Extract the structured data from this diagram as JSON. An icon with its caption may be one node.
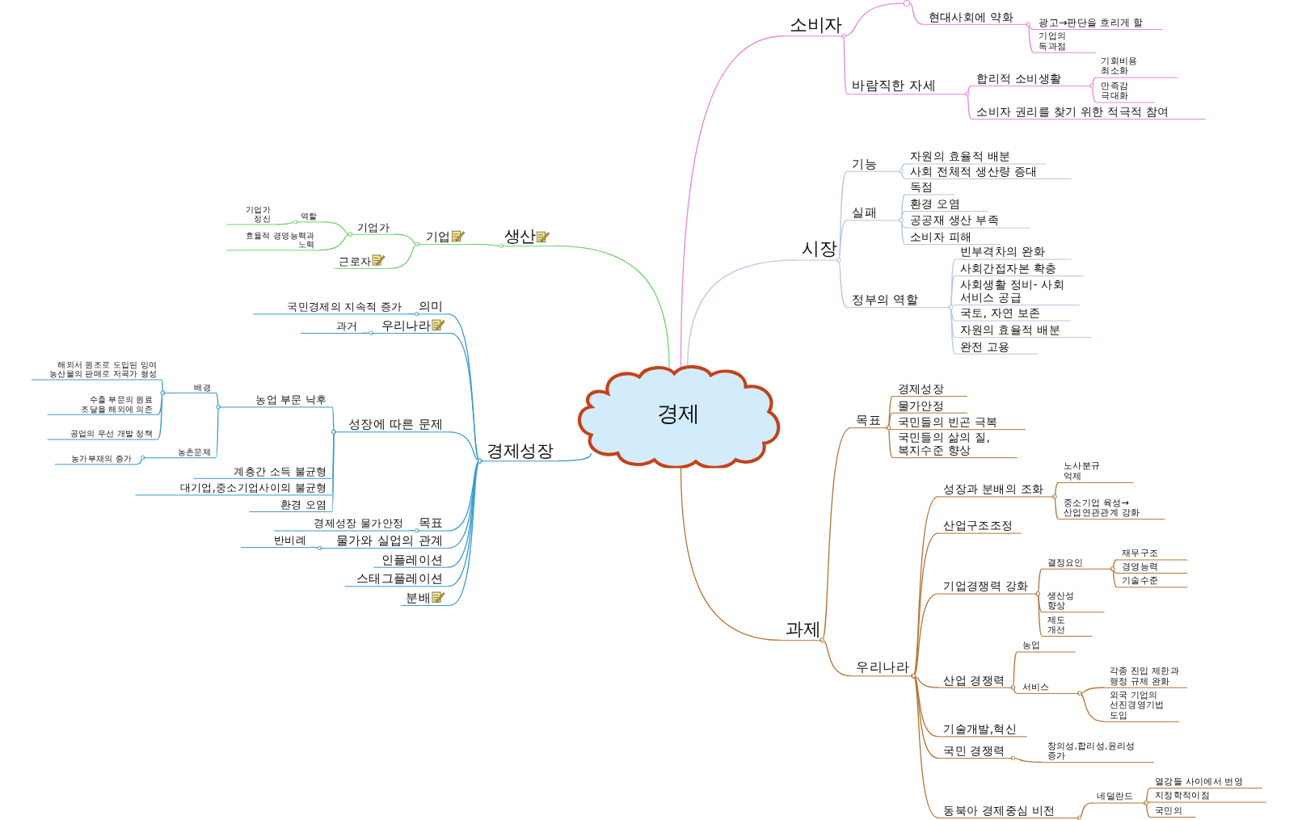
{
  "diagram": {
    "nodes": [
      {
        "text": [
          "경제"
        ]
      },
      {
        "text": [
          "소비자"
        ]
      },
      {
        "text": [],
        "shape": "circle"
      },
      {
        "text": [
          "현대사회에 약화"
        ]
      },
      {
        "text": [
          "광고→판단을 흐리게 할"
        ]
      },
      {
        "text": [
          "기업의 독과점"
        ]
      },
      {
        "text": [
          "바람직한 자세"
        ]
      },
      {
        "text": [
          "합리적 소비생활"
        ]
      },
      {
        "text": [
          "기회비용 최소화"
        ]
      },
      {
        "text": [
          "만족감 극대화"
        ]
      },
      {
        "text": [
          "소비자 권리를 찾기 위한 적극적 참여"
        ]
      },
      {
        "text": [
          "시장"
        ]
      },
      {
        "text": [
          "기능"
        ]
      },
      {
        "text": [
          "자원의 효율적 배분"
        ]
      },
      {
        "text": [
          "사회 전체적 생산량 증대"
        ]
      },
      {
        "text": [
          "실패"
        ]
      },
      {
        "text": [
          "독점"
        ]
      },
      {
        "text": [
          "환경 오염"
        ]
      },
      {
        "text": [
          "공공재 생산 부족"
        ]
      },
      {
        "text": [
          "소비자 피해"
        ]
      },
      {
        "text": [
          "정부의 역할"
        ]
      },
      {
        "text": [
          "빈부격차의 완화"
        ]
      },
      {
        "text": [
          "사회간접자본 확충"
        ]
      },
      {
        "text": [
          "사회생활 정비- 사회 서비스 공급"
        ]
      },
      {
        "text": [
          "국토, 자연 보존"
        ]
      },
      {
        "text": [
          "자원의 효율적 배분"
        ]
      },
      {
        "text": [
          "완전 고용"
        ]
      },
      {
        "text": [
          "과제"
        ]
      },
      {
        "text": [
          "목표"
        ]
      },
      {
        "text": [
          "경제성장"
        ]
      },
      {
        "text": [
          "물가안정"
        ]
      },
      {
        "text": [
          "국민들의 빈곤 극복"
        ]
      },
      {
        "text": [
          "국민들의 삶의 질, 복지수준 향상"
        ]
      },
      {
        "text": [
          "우리나라"
        ]
      },
      {
        "text": [
          "성장과 분배의 조화"
        ]
      },
      {
        "text": [
          "노사분규 억제"
        ]
      },
      {
        "text": [
          "중소기업 육성→ 산업연관관계 강화"
        ]
      },
      {
        "text": [
          "산업구조조정"
        ]
      },
      {
        "text": [
          "기업경쟁력 강화"
        ]
      },
      {
        "text": [
          "결정요인"
        ]
      },
      {
        "text": [
          "재무구조"
        ]
      },
      {
        "text": [
          "경영능력"
        ]
      },
      {
        "text": [
          "기술수준"
        ]
      },
      {
        "text": [
          "생산성 향상"
        ]
      },
      {
        "text": [
          "제도 개선"
        ]
      },
      {
        "text": [
          "산업 경쟁력"
        ]
      },
      {
        "text": [
          "농업"
        ]
      },
      {
        "text": [
          "서비스"
        ]
      },
      {
        "text": [
          "각종 진입 제한과 행정 규제 완화"
        ]
      },
      {
        "text": [
          "외국 기업의 선진경영기법 도입"
        ]
      },
      {
        "text": [
          "기술개발,혁신"
        ]
      },
      {
        "text": [
          "국민 경쟁력"
        ]
      },
      {
        "text": [
          "창의성,합리성,윤리성 증가"
        ]
      },
      {
        "text": [
          "동북아 경제중심 비전"
        ]
      },
      {
        "text": [
          "네덜란드"
        ]
      },
      {
        "text": [
          "열강들 사이에서 번영"
        ]
      },
      {
        "text": [
          "지정학적이점"
        ]
      },
      {
        "text": [
          "국민의"
        ]
      },
      {
        "text": [
          "생산"
        ]
      },
      {
        "text": [
          "기업"
        ]
      },
      {
        "text": [
          "기업가"
        ]
      },
      {
        "text": [
          "역할"
        ]
      },
      {
        "text": [
          "기업가 정신"
        ]
      },
      {
        "text": [
          "효율적 경영능력과 노력"
        ]
      },
      {
        "text": [
          "근로자"
        ]
      },
      {
        "text": [
          "경제성장"
        ]
      },
      {
        "text": [
          "의미"
        ]
      },
      {
        "text": [
          "국민경제의 지속적 증가"
        ]
      },
      {
        "text": [
          "우리나라"
        ]
      },
      {
        "text": [
          "과거"
        ]
      },
      {
        "text": [
          "성장에 따른 문제"
        ]
      },
      {
        "text": [
          "농업 부문 낙후"
        ]
      },
      {
        "text": [
          "배경"
        ]
      },
      {
        "text": [
          "해외서 원조로 도입된 잉여 농산물의 판매로 저곡가 형성"
        ]
      },
      {
        "text": [
          "수출 부문의 원료 조달을 해외에 의존"
        ]
      },
      {
        "text": [
          "공업의 우선 개발 정책"
        ]
      },
      {
        "text": [
          "농촌문제"
        ]
      },
      {
        "text": [
          "농가부채의 증가"
        ]
      },
      {
        "text": [
          "계층간 소득 불균형"
        ]
      },
      {
        "text": [
          "대기업,중소기업사이의 불균형"
        ]
      },
      {
        "text": [
          "환경 오염"
        ]
      },
      {
        "text": [
          "목표"
        ]
      },
      {
        "text": [
          "경제성장 물가안정"
        ]
      },
      {
        "text": [
          "물가와 실업의 관계"
        ]
      },
      {
        "text": [
          "반비례"
        ]
      },
      {
        "text": [
          "인플레이션"
        ]
      },
      {
        "text": [
          "스태그플레이션"
        ]
      },
      {
        "text": [
          "분배"
        ]
      }
    ],
    "edges": [
      {
        "from": 0,
        "to": 1,
        "arrow": "none",
        "color": "#e589dc"
      },
      {
        "from": 1,
        "to": 2,
        "arrow": "other",
        "color": "#e589dc"
      },
      {
        "from": 2,
        "to": 3,
        "arrow": "none",
        "color": "#e589dc"
      },
      {
        "from": 3,
        "to": 4,
        "arrow": "other",
        "color": "#e589dc"
      },
      {
        "from": 3,
        "to": 5,
        "arrow": "other",
        "color": "#e589dc"
      },
      {
        "from": 1,
        "to": 6,
        "arrow": "other",
        "color": "#e589dc"
      },
      {
        "from": 6,
        "to": 7,
        "arrow": "other",
        "color": "#e589dc"
      },
      {
        "from": 7,
        "to": 8,
        "arrow": "other",
        "color": "#e589dc"
      },
      {
        "from": 7,
        "to": 9,
        "arrow": "other",
        "color": "#e589dc"
      },
      {
        "from": 6,
        "to": 10,
        "arrow": "other",
        "color": "#e589dc"
      },
      {
        "from": 0,
        "to": 11,
        "arrow": "none",
        "color": "#b3c8e6"
      },
      {
        "from": 11,
        "to": 12,
        "arrow": "other",
        "color": "#b3c8e6"
      },
      {
        "from": 12,
        "to": 13,
        "arrow": "other",
        "color": "#b3c8e6"
      },
      {
        "from": 12,
        "to": 14,
        "arrow": "other",
        "color": "#b3c8e6"
      },
      {
        "from": 11,
        "to": 15,
        "arrow": "other",
        "color": "#b3c8e6"
      },
      {
        "from": 15,
        "to": 16,
        "arrow": "other",
        "color": "#b3c8e6"
      },
      {
        "from": 15,
        "to": 17,
        "arrow": "other",
        "color": "#b3c8e6"
      },
      {
        "from": 15,
        "to": 18,
        "arrow": "other",
        "color": "#b3c8e6"
      },
      {
        "from": 15,
        "to": 19,
        "arrow": "other",
        "color": "#b3c8e6"
      },
      {
        "from": 11,
        "to": 20,
        "arrow": "other",
        "color": "#b3c8e6"
      },
      {
        "from": 20,
        "to": 21,
        "arrow": "other",
        "color": "#b3c8e6"
      },
      {
        "from": 20,
        "to": 22,
        "arrow": "other",
        "color": "#b3c8e6"
      },
      {
        "from": 20,
        "to": 23,
        "arrow": "other",
        "color": "#b3c8e6"
      },
      {
        "from": 20,
        "to": 24,
        "arrow": "other",
        "color": "#b3c8e6"
      },
      {
        "from": 20,
        "to": 25,
        "arrow": "other",
        "color": "#b3c8e6"
      },
      {
        "from": 20,
        "to": 26,
        "arrow": "other",
        "color": "#b3c8e6"
      },
      {
        "from": 0,
        "to": 27,
        "arrow": "none"
      },
      {
        "from": 27,
        "to": 28,
        "arrow": "other"
      },
      {
        "from": 28,
        "to": 29,
        "arrow": "other"
      },
      {
        "from": 28,
        "to": 30,
        "arrow": "other"
      },
      {
        "from": 28,
        "to": 31,
        "arrow": "other"
      },
      {
        "from": 28,
        "to": 32,
        "arrow": "other"
      },
      {
        "from": 27,
        "to": 33,
        "arrow": "other"
      },
      {
        "from": 33,
        "to": 34,
        "arrow": "other"
      },
      {
        "from": 34,
        "to": 35,
        "arrow": "other"
      },
      {
        "from": 34,
        "to": 36,
        "arrow": "other"
      },
      {
        "from": 33,
        "to": 37,
        "arrow": "other"
      },
      {
        "from": 33,
        "to": 38,
        "arrow": "other"
      },
      {
        "from": 38,
        "to": 39,
        "arrow": "other"
      },
      {
        "from": 39,
        "to": 40,
        "arrow": "other"
      },
      {
        "from": 39,
        "to": 41,
        "arrow": "other"
      },
      {
        "from": 39,
        "to": 42,
        "arrow": "other"
      },
      {
        "from": 38,
        "to": 43,
        "arrow": "other"
      },
      {
        "from": 38,
        "to": 44,
        "arrow": "other"
      },
      {
        "from": 33,
        "to": 45,
        "arrow": "other"
      },
      {
        "from": 45,
        "to": 46,
        "arrow": "other"
      },
      {
        "from": 45,
        "to": 47,
        "arrow": "other"
      },
      {
        "from": 47,
        "to": 48,
        "arrow": "other"
      },
      {
        "from": 47,
        "to": 49,
        "arrow": "other"
      },
      {
        "from": 33,
        "to": 50,
        "arrow": "other"
      },
      {
        "from": 33,
        "to": 51,
        "arrow": "other"
      },
      {
        "from": 51,
        "to": 52,
        "arrow": "other"
      },
      {
        "from": 33,
        "to": 53,
        "arrow": "other"
      },
      {
        "from": 53,
        "to": 54,
        "arrow": "other"
      },
      {
        "from": 54,
        "to": 55,
        "arrow": "other"
      },
      {
        "from": 54,
        "to": 56,
        "arrow": "other"
      },
      {
        "from": 54,
        "to": 57,
        "arrow": "other"
      },
      {
        "from": 0,
        "to": 58,
        "arrow": "none",
        "color": "#72d472"
      },
      {
        "from": 58,
        "to": 59,
        "arrow": "other",
        "color": "#72d472"
      },
      {
        "from": 59,
        "to": 60,
        "arrow": "other",
        "color": "#72d472"
      },
      {
        "from": 60,
        "to": 61,
        "arrow": "other",
        "color": "#72d472"
      },
      {
        "from": 61,
        "to": 62,
        "arrow": "other",
        "color": "#72d472"
      },
      {
        "from": 60,
        "to": 63,
        "arrow": "other",
        "color": "#72d472"
      },
      {
        "from": 59,
        "to": 64,
        "arrow": "other",
        "color": "#72d472"
      },
      {
        "from": 0,
        "to": 65,
        "arrow": "none",
        "color": "#3b9bd1"
      },
      {
        "from": 65,
        "to": 66,
        "arrow": "other",
        "color": "#3b9bd1"
      },
      {
        "from": 66,
        "to": 67,
        "arrow": "other",
        "color": "#3b9bd1"
      },
      {
        "from": 65,
        "to": 68,
        "arrow": "other",
        "color": "#3b9bd1"
      },
      {
        "from": 68,
        "to": 69,
        "arrow": "other",
        "color": "#3b9bd1"
      },
      {
        "from": 65,
        "to": 70,
        "arrow": "other",
        "color": "#3b9bd1"
      },
      {
        "from": 70,
        "to": 71,
        "arrow": "other",
        "color": "#3b9bd1"
      },
      {
        "from": 71,
        "to": 72,
        "arrow": "other",
        "color": "#3b9bd1"
      },
      {
        "from": 72,
        "to": 73,
        "arrow": "other",
        "color": "#3b9bd1"
      },
      {
        "from": 72,
        "to": 74,
        "arrow": "other",
        "color": "#3b9bd1"
      },
      {
        "from": 72,
        "to": 75,
        "arrow": "other",
        "color": "#3b9bd1"
      },
      {
        "from": 71,
        "to": 76,
        "arrow": "other",
        "color": "#3b9bd1"
      },
      {
        "from": 76,
        "to": 77,
        "arrow": "other",
        "color": "#3b9bd1"
      },
      {
        "from": 70,
        "to": 78,
        "arrow": "other",
        "color": "#3b9bd1"
      },
      {
        "from": 70,
        "to": 79,
        "arrow": "other",
        "color": "#3b9bd1"
      },
      {
        "from": 70,
        "to": 80,
        "arrow": "other",
        "color": "#3b9bd1"
      },
      {
        "from": 65,
        "to": 81,
        "arrow": "other",
        "color": "#3b9bd1"
      },
      {
        "from": 81,
        "to": 82,
        "arrow": "other",
        "color": "#3b9bd1"
      },
      {
        "from": 65,
        "to": 83,
        "arrow": "other",
        "color": "#3b9bd1"
      },
      {
        "from": 83,
        "to": 84,
        "arrow": "other",
        "color": "#3b9bd1"
      },
      {
        "from": 65,
        "to": 85,
        "arrow": "other",
        "color": "#3b9bd1"
      },
      {
        "from": 65,
        "to": 86,
        "arrow": "other",
        "color": "#3b9bd1"
      },
      {
        "from": 65,
        "to": 87,
        "arrow": "other",
        "color": "#3b9bd1"
      }
    ]
  }
}
